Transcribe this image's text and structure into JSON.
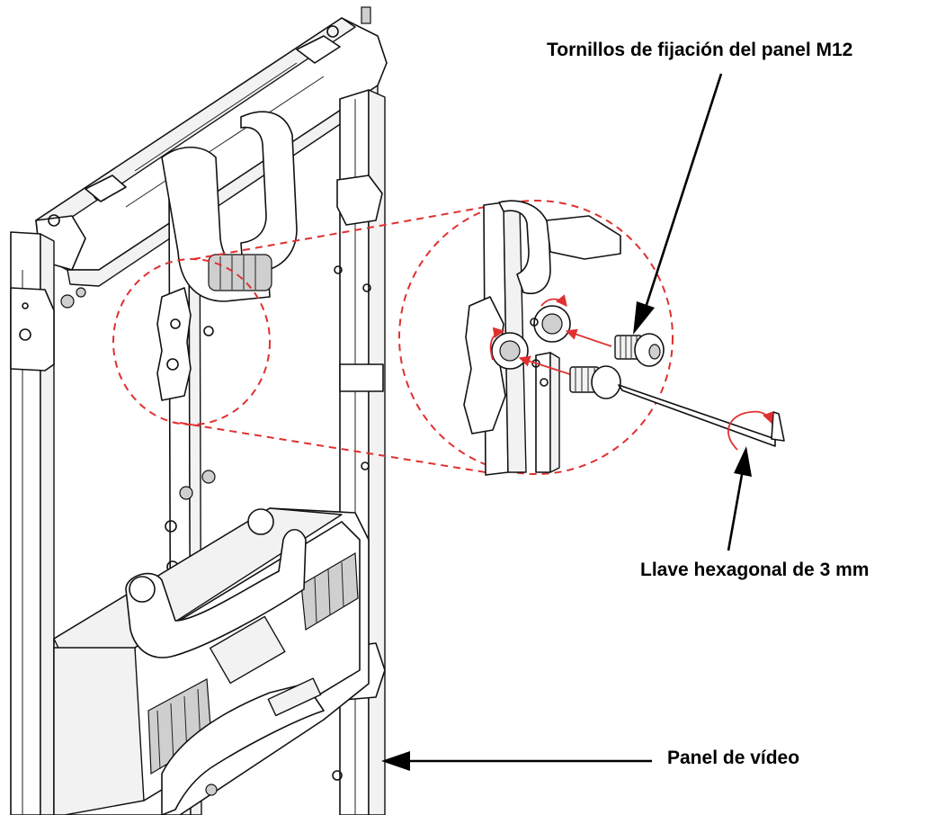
{
  "labels": {
    "screws": "Tornillos de fijación del panel M12",
    "hex_key": "Llave hexagonal de 3 mm",
    "panel": "Panel de vídeo"
  },
  "colors": {
    "callout_red": "#e03030",
    "line_ink": "#111111",
    "background": "#ffffff"
  },
  "icons": [
    "rotation-arrow-icon",
    "leader-arrow-icon"
  ]
}
